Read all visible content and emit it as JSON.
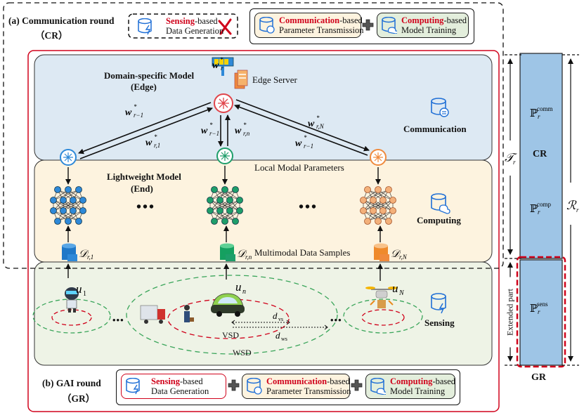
{
  "top_round": {
    "title": "(a) Communication round",
    "abbr": "（CR）",
    "sensing_keyword": "Sensing",
    "sensing_suffix": "-based",
    "sensing_line2": "Data Generation",
    "comm_keyword": "Communication",
    "comm_suffix": "-based",
    "comm_line2": "Parameter Transmission",
    "compute_keyword": "Computing",
    "compute_suffix": "-based",
    "compute_line2": "Model Training"
  },
  "edge": {
    "title_line1": "Domain-specific Model",
    "title_line2": "(Edge)",
    "server_label": "Edge Server",
    "layer_label": "Communication"
  },
  "end": {
    "title_line1": "Lightweight Model",
    "title_line2": "(End)",
    "local_params": "Local Modal Parameters",
    "layer_label": "Computing",
    "samples_label": "Multimodal Data Samples",
    "ellipsis": "•••"
  },
  "sensing": {
    "layer_label": "Sensing",
    "vsd": "VSD",
    "wsd": "WSD"
  },
  "bottom_round": {
    "title": "(b) GAI round",
    "abbr": "（GR）",
    "sensing_keyword": "Sensing",
    "sensing_suffix": "-based",
    "sensing_line2": "Data Generation",
    "comm_keyword": "Communication",
    "comm_suffix": "-based",
    "comm_line2": "Parameter Transmission",
    "compute_keyword": "Computing",
    "compute_suffix": "-based",
    "compute_line2": "Model Training"
  },
  "timeline": {
    "cr_label": "CR",
    "gr_label": "GR",
    "extended_label": "Extended part"
  },
  "colors": {
    "edge_bg": "#dde9f3",
    "end_bg": "#fdf3df",
    "sensing_bg": "#eef3e6",
    "accent_red": "#d0021b",
    "icon_blue": "#1f6fd6",
    "timeline_bar": "#9ec5e6"
  }
}
